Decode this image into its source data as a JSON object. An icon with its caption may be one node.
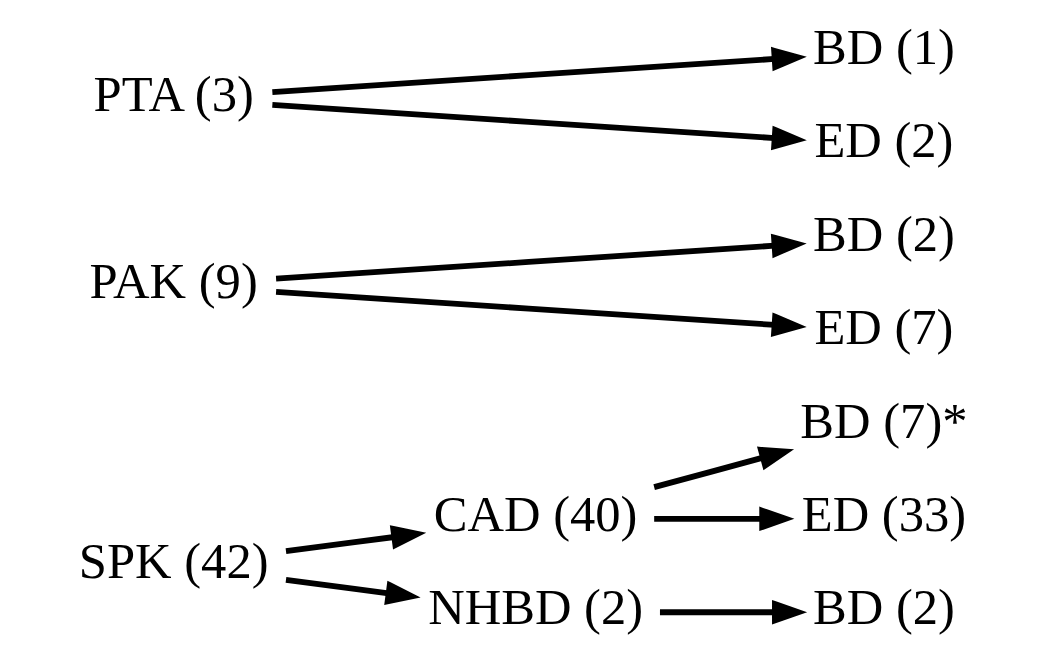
{
  "diagram": {
    "nodes": [
      {
        "text": [
          "SPK (42)"
        ]
      },
      {
        "text": [
          "CAD (40)"
        ]
      },
      {
        "text": [
          "NHBD (2)"
        ]
      },
      {
        "text": [
          "BD (7)*"
        ]
      },
      {
        "text": [
          "ED (33)"
        ]
      },
      {
        "text": [
          "BD (2)"
        ]
      },
      {
        "text": [
          "PAK (9)"
        ]
      },
      {
        "text": [
          "BD (2)"
        ]
      },
      {
        "text": [
          "ED (7)"
        ]
      },
      {
        "text": [
          "PTA (3)"
        ]
      },
      {
        "text": [
          "BD (1)"
        ]
      },
      {
        "text": [
          "ED (2)"
        ]
      }
    ],
    "edges": [
      {
        "from": 0,
        "to": 1,
        "arrow": "to"
      },
      {
        "from": 0,
        "to": 2,
        "arrow": "to"
      },
      {
        "from": 1,
        "to": 3,
        "arrow": "to"
      },
      {
        "from": 1,
        "to": 4,
        "arrow": "to"
      },
      {
        "from": 2,
        "to": 5,
        "arrow": "to"
      },
      {
        "from": 6,
        "to": 7,
        "arrow": "to"
      },
      {
        "from": 6,
        "to": 8,
        "arrow": "to"
      },
      {
        "from": 9,
        "to": 10,
        "arrow": "to"
      },
      {
        "from": 9,
        "to": 11,
        "arrow": "to"
      }
    ]
  }
}
